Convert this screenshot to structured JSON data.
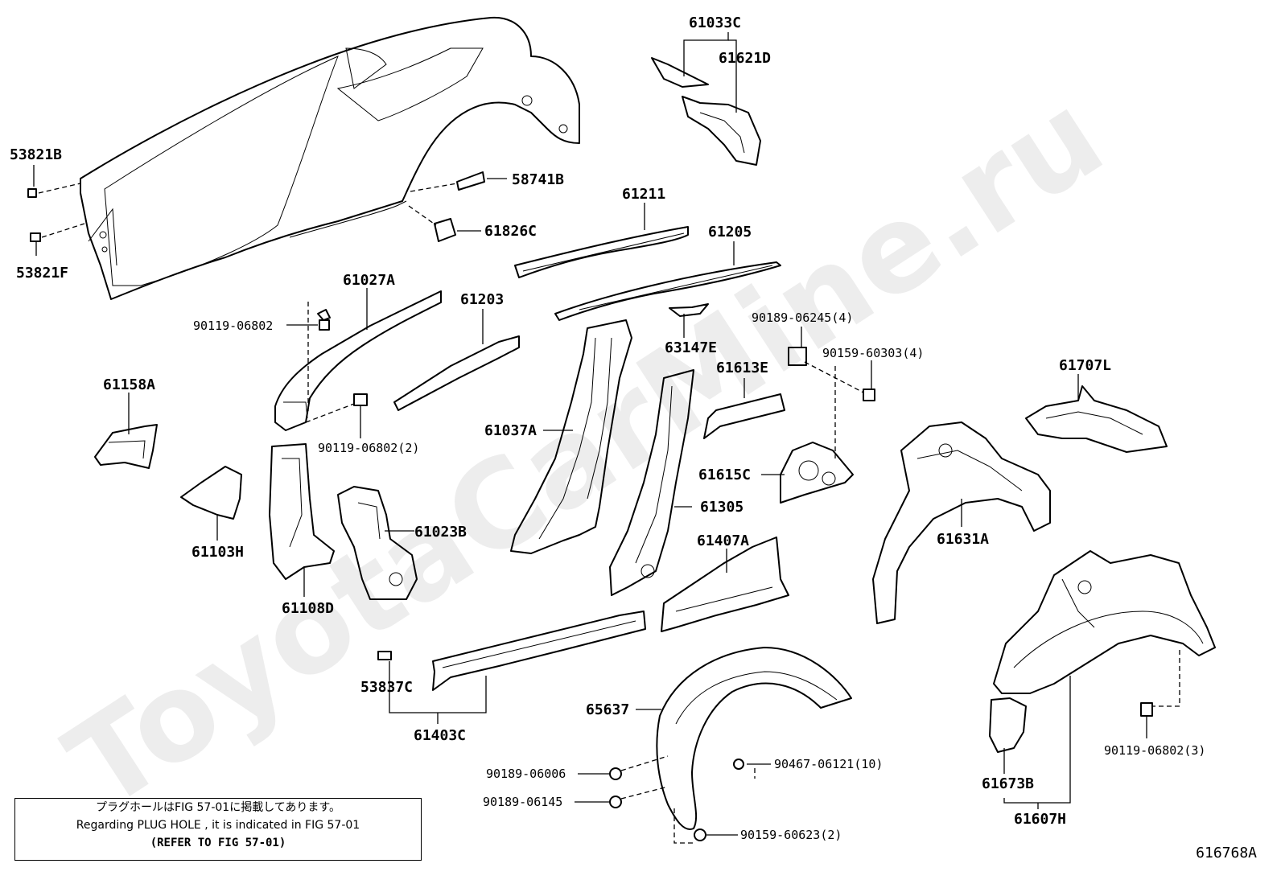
{
  "watermark": "ToyotaCarMine.ru",
  "diagram_id": "616768A",
  "note": {
    "line1": "プラグホールはFIG 57-01に掲載してあります。",
    "line2": "Regarding PLUG HOLE , it is indicated in FIG 57-01",
    "line3": "(REFER TO FIG 57-01)"
  },
  "labels": {
    "p61033C": "61033C",
    "p61621D": "61621D",
    "p53821B": "53821B",
    "p53821F": "53821F",
    "p58741B": "58741B",
    "p61826C": "61826C",
    "p61211": "61211",
    "p61205": "61205",
    "p61027A": "61027A",
    "p90119_06802": "90119-06802",
    "p61203": "61203",
    "p63147E": "63147E",
    "p90189_06245_4": "90189-06245(4)",
    "p90159_60303_4": "90159-60303(4)",
    "p61613E": "61613E",
    "p61707L": "61707L",
    "p61158A": "61158A",
    "p90119_06802_2": "90119-06802(2)",
    "p61037A": "61037A",
    "p61615C": "61615C",
    "p61305": "61305",
    "p61631A": "61631A",
    "p61103H": "61103H",
    "p61023B": "61023B",
    "p61407A": "61407A",
    "p61108D": "61108D",
    "p53837C": "53837C",
    "p61403C": "61403C",
    "p65637": "65637",
    "p90189_06006": "90189-06006",
    "p90189_06145": "90189-06145",
    "p90467_06121_10": "90467-06121(10)",
    "p90159_60623_2": "90159-60623(2)",
    "p90119_06802_3": "90119-06802(3)",
    "p61673B": "61673B",
    "p61607H": "61607H"
  }
}
